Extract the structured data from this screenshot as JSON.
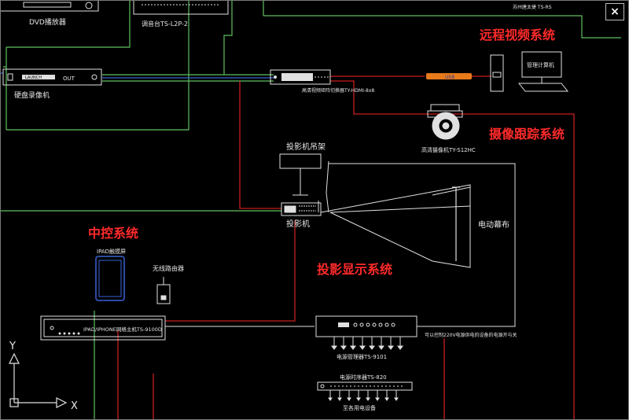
{
  "window": {
    "close_symbol": "×"
  },
  "labels": {
    "dvd_player": "DVD播放器",
    "mixer": "调音台TS-L2P-2",
    "recorder": "硬盘录像机",
    "recorder_panel": "LAUNCH",
    "recorder_out": "OUT",
    "remote_title": "远程视频系统",
    "manage_pc": "管理计算机",
    "converter": "USB",
    "switcher": "高清视频矩阵切换器TY-HDMI-8x8",
    "camera_title": "摄像跟踪系统",
    "camera": "高清摄像机TY-S12HC",
    "projector_mount": "投影机吊架",
    "projector": "投影机",
    "screen": "电动幕布",
    "control_title": "中控系统",
    "ipad": "IPAD触摸屏",
    "router": "无线路由器",
    "projection_title": "投影显示系统",
    "central_host": "IPAD/IPHONE网络主机TS-9100D",
    "power_manager": "电源管理器TS-9101",
    "power_note": "可以控制220V电源供电的设备的电源开与关",
    "sequencer": "电源时序器TS-820",
    "equipment": "至各用电设备",
    "top_right": "苏州唐太捷 TS-RS",
    "axis_y": "Y",
    "axis_x": "X"
  },
  "colors": {
    "background": "#000000",
    "green_line": "#5fbf5f",
    "blue_line": "#3b63d6",
    "red_line": "#c81e1e",
    "white_line": "#e0e0e0",
    "title_red": "#ff2a2a",
    "orange": "#e87a1a"
  },
  "icons": [
    "close-icon",
    "computer-icon",
    "camera-icon",
    "projector-icon",
    "router-icon",
    "tablet-icon",
    "ucs-axis-icon"
  ]
}
